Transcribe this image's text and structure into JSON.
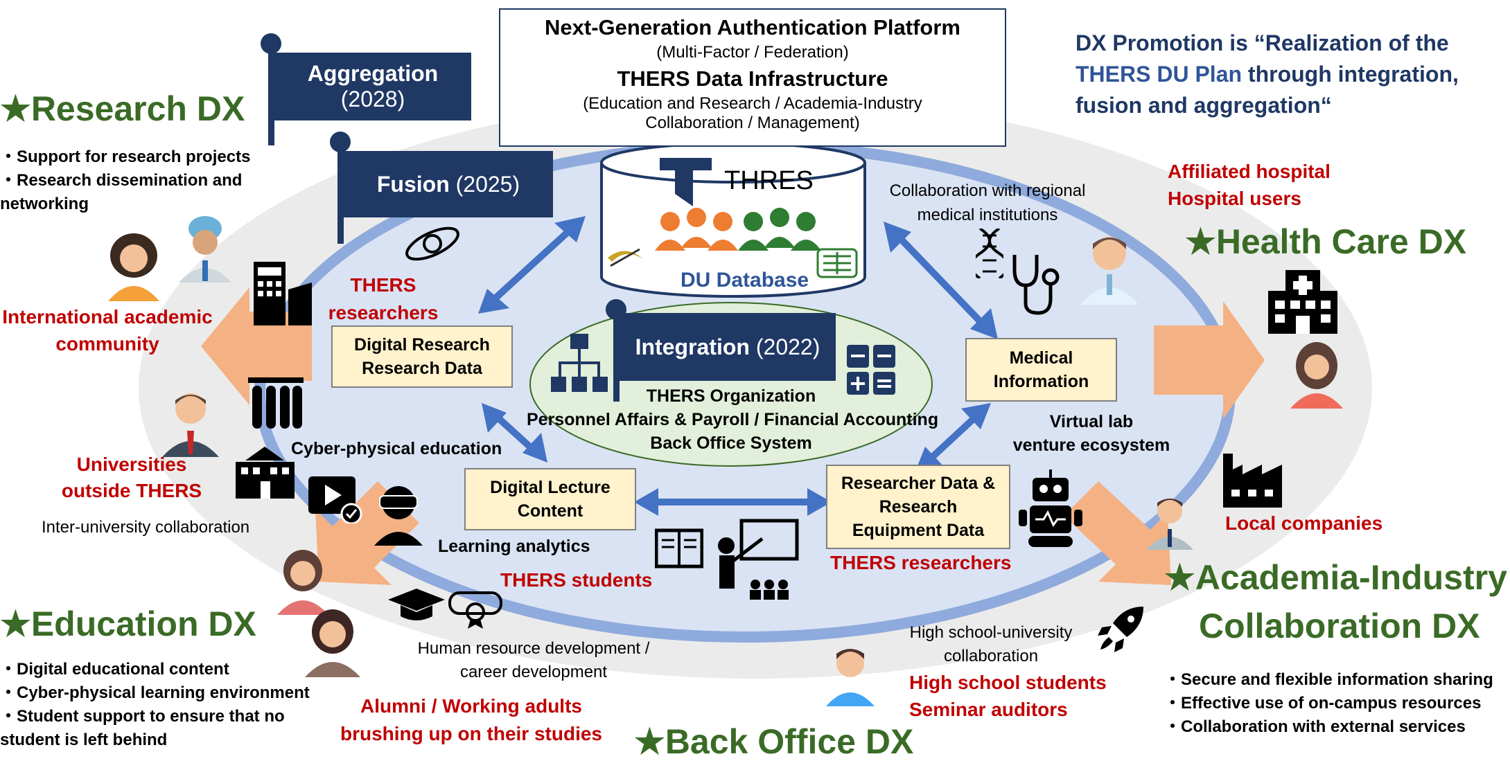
{
  "platform": {
    "title": "Next-Generation Authentication Platform",
    "subtitle": "(Multi-Factor / Federation)",
    "title2": "THERS Data Infrastructure",
    "subtitle2a": "(Education and Research / Academia-Industry",
    "subtitle2b": "Collaboration  / Management)"
  },
  "database": {
    "brand": "THRES",
    "label": "DU Database"
  },
  "flags": {
    "aggregation": {
      "name": "Aggregation",
      "year": "(2028)"
    },
    "fusion": {
      "name": "Fusion",
      "year": "(2025)"
    },
    "integration": {
      "name": "Integration",
      "year": "(2022)"
    }
  },
  "integration_center": {
    "line1": "THERS Organization",
    "line2": "Personnel Affairs & Payroll / Financial Accounting",
    "line3": "Back Office System"
  },
  "boxes": {
    "digital_research": [
      "Digital Research",
      "Research Data"
    ],
    "medical": [
      "Medical",
      "Information"
    ],
    "lecture": [
      "Digital Lecture",
      "Content"
    ],
    "researcher_data": [
      "Researcher Data &",
      "Research",
      "Equipment Data"
    ]
  },
  "dx_promotion": {
    "line1a": "DX Promotion is ",
    "line1b": "“Realization of the",
    "line2a": "THERS DU Plan",
    "line2b": " through integration,",
    "line3": "fusion and aggregation“"
  },
  "research_dx": {
    "title": "★Research DX",
    "bullets": [
      "・Support for research projects",
      "・Research dissemination and",
      "networking"
    ]
  },
  "health_dx": {
    "title": "★Health Care DX"
  },
  "education_dx": {
    "title": "★Education DX",
    "bullets": [
      "・Digital educational content",
      "・Cyber-physical learning environment",
      "・Student support to ensure that no",
      "student is left behind"
    ]
  },
  "academia_dx": {
    "title1": "★Academia-Industry",
    "title2": "Collaboration DX",
    "bullets": [
      "・Secure and flexible information sharing",
      "・Effective use of on-campus resources",
      "・Collaboration with external services"
    ]
  },
  "back_office_dx": {
    "title": "★Back Office DX"
  },
  "labels": {
    "thers_researchers_1": [
      "THERS",
      "researchers"
    ],
    "international": [
      "International academic",
      "community"
    ],
    "universities_outside": [
      "Universities",
      "outside THERS"
    ],
    "inter_university": "Inter-university collaboration",
    "cyber_physical": "Cyber-physical education",
    "learning_analytics": "Learning analytics",
    "thers_students": "THERS students",
    "human_resource": [
      "Human resource development /",
      "career development"
    ],
    "alumni": [
      "Alumni / Working adults",
      "brushing up on their studies"
    ],
    "collab_regional": [
      "Collaboration with regional",
      "medical institutions"
    ],
    "affiliated": [
      "Affiliated hospital",
      "Hospital users"
    ],
    "virtual_lab": [
      "Virtual lab",
      "venture ecosystem"
    ],
    "thers_researchers_2": "THERS researchers",
    "local_companies": "Local companies",
    "high_school_collab": [
      "High school-university",
      "collaboration"
    ],
    "high_school_students": [
      "High school students",
      "Seminar auditors"
    ]
  },
  "colors": {
    "navy": "#1f3864",
    "green": "#3a6b26",
    "red": "#c00000",
    "ring": "#8faadc",
    "inner": "#dae3f3",
    "outer": "#ebebeb",
    "arrow_blue": "#4472c4",
    "arrow_orange": "#f4b183",
    "box": "#fff2cc",
    "integration_fill": "#e2efda"
  }
}
